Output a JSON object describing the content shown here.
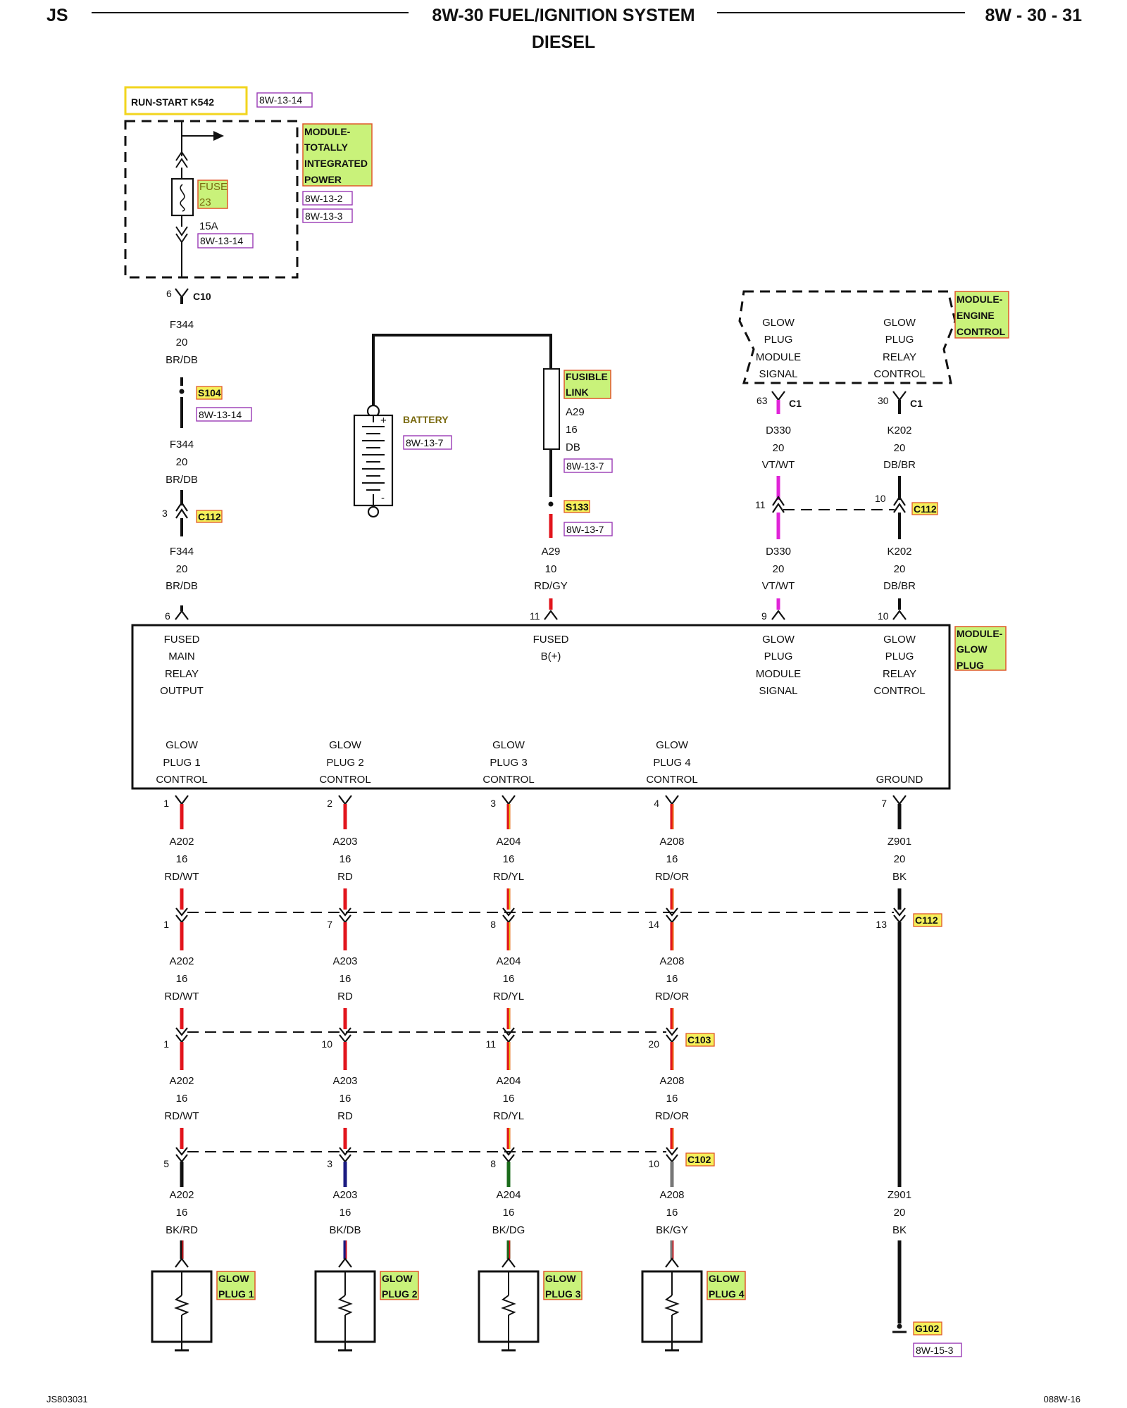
{
  "header": {
    "left": "JS",
    "title": "8W-30 FUEL/IGNITION SYSTEM",
    "subtitle": "DIESEL",
    "page": "8W - 30 - 31"
  },
  "footer": {
    "left": "JS803031",
    "right": "088W-16"
  },
  "run_start": {
    "label": "RUN-START K542",
    "ref": "8W-13-14"
  },
  "tipm": {
    "lines": [
      "MODULE-",
      "TOTALLY",
      "INTEGRATED",
      "POWER"
    ],
    "refs": [
      "8W-13-2",
      "8W-13-3"
    ],
    "fuse_label": [
      "FUSE",
      "23"
    ],
    "fuse_rating": "15A",
    "fuse_ref": "8W-13-14",
    "connector_pin": "6",
    "connector": "C10"
  },
  "left_wire": {
    "seg1": [
      "F344",
      "20",
      "BR/DB"
    ],
    "splice": "S104",
    "splice_ref": "8W-13-14",
    "seg2": [
      "F344",
      "20",
      "BR/DB"
    ],
    "c112_pin": "3",
    "c112": "C112",
    "seg3": [
      "F344",
      "20",
      "BR/DB"
    ],
    "module_pin": "6"
  },
  "battery": {
    "label": "BATTERY",
    "ref": "8W-13-7",
    "plus": "+",
    "minus": "-"
  },
  "fusible": {
    "lines": [
      "FUSIBLE",
      "LINK"
    ],
    "wire": [
      "A29",
      "16",
      "DB"
    ],
    "ref": "8W-13-7",
    "splice": "S133",
    "splice_ref": "8W-13-7",
    "wire2": [
      "A29",
      "10",
      "RD/GY"
    ],
    "module_pin": "11"
  },
  "ecm": {
    "lines": [
      "MODULE-",
      "ENGINE",
      "CONTROL"
    ],
    "sig1": [
      "GLOW",
      "PLUG",
      "MODULE",
      "SIGNAL"
    ],
    "sig2": [
      "GLOW",
      "PLUG",
      "RELAY",
      "CONTROL"
    ],
    "pin1": "63",
    "pin2": "30",
    "c1": "C1"
  },
  "right_wires": {
    "d330a": [
      "D330",
      "20",
      "VT/WT"
    ],
    "k202a": [
      "K202",
      "20",
      "DB/BR"
    ],
    "c112_pin1": "11",
    "c112_pin2": "10",
    "c112": "C112",
    "d330b": [
      "D330",
      "20",
      "VT/WT"
    ],
    "k202b": [
      "K202",
      "20",
      "DB/BR"
    ],
    "module_pin1": "9",
    "module_pin2": "10"
  },
  "gpm": {
    "lines": [
      "MODULE-",
      "GLOW",
      "PLUG"
    ],
    "top": {
      "fused_main": [
        "FUSED",
        "MAIN",
        "RELAY",
        "OUTPUT"
      ],
      "fused_b": [
        "FUSED",
        "B(+)"
      ],
      "signal": [
        "GLOW",
        "PLUG",
        "MODULE",
        "SIGNAL"
      ],
      "relay": [
        "GLOW",
        "PLUG",
        "RELAY",
        "CONTROL"
      ]
    },
    "bottom": {
      "gp1": [
        "GLOW",
        "PLUG 1",
        "CONTROL"
      ],
      "gp2": [
        "GLOW",
        "PLUG 2",
        "CONTROL"
      ],
      "gp3": [
        "GLOW",
        "PLUG 3",
        "CONTROL"
      ],
      "gp4": [
        "GLOW",
        "PLUG 4",
        "CONTROL"
      ],
      "ground": [
        "GROUND"
      ]
    }
  },
  "circuits": [
    {
      "out_pin": "1",
      "wire_a": [
        "A202",
        "16",
        "RD/WT"
      ],
      "c112_pin": "1",
      "wire_b": [
        "A202",
        "16",
        "RD/WT"
      ],
      "c103_pin": "1",
      "wire_c": [
        "A202",
        "16",
        "RD/WT"
      ],
      "c102_pin": "5",
      "wire_d": [
        "A202",
        "16",
        "BK/RD"
      ],
      "plug": [
        "GLOW",
        "PLUG 1"
      ],
      "stripe": "#e2141c",
      "tail": "#111111"
    },
    {
      "out_pin": "2",
      "wire_a": [
        "A203",
        "16",
        "RD"
      ],
      "c112_pin": "7",
      "wire_b": [
        "A203",
        "16",
        "RD"
      ],
      "c103_pin": "10",
      "wire_c": [
        "A203",
        "16",
        "RD"
      ],
      "c102_pin": "3",
      "wire_d": [
        "A203",
        "16",
        "BK/DB"
      ],
      "plug": [
        "GLOW",
        "PLUG 2"
      ],
      "stripe": "#e2141c",
      "tail": "#1a1a80"
    },
    {
      "out_pin": "3",
      "wire_a": [
        "A204",
        "16",
        "RD/YL"
      ],
      "c112_pin": "8",
      "wire_b": [
        "A204",
        "16",
        "RD/YL"
      ],
      "c103_pin": "11",
      "wire_c": [
        "A204",
        "16",
        "RD/YL"
      ],
      "c102_pin": "8",
      "wire_d": [
        "A204",
        "16",
        "BK/DG"
      ],
      "plug": [
        "GLOW",
        "PLUG 3"
      ],
      "stripe": "#e8c21a",
      "tail": "#1b6b1b"
    },
    {
      "out_pin": "4",
      "wire_a": [
        "A208",
        "16",
        "RD/OR"
      ],
      "c112_pin": "14",
      "wire_b": [
        "A208",
        "16",
        "RD/OR"
      ],
      "c103_pin": "20",
      "wire_c": [
        "A208",
        "16",
        "RD/OR"
      ],
      "c102_pin": "10",
      "wire_d": [
        "A208",
        "16",
        "BK/GY"
      ],
      "plug": [
        "GLOW",
        "PLUG 4"
      ],
      "stripe": "#ef7a10",
      "tail": "#777777"
    }
  ],
  "ground_circuit": {
    "out_pin": "7",
    "wire_a": [
      "Z901",
      "20",
      "BK"
    ],
    "c112_pin": "13",
    "wire_b": [
      "Z901",
      "20",
      "BK"
    ],
    "ground": "G102",
    "ground_ref": "8W-15-3"
  },
  "connector_names": {
    "c112": "C112",
    "c103": "C103",
    "c102": "C102"
  }
}
